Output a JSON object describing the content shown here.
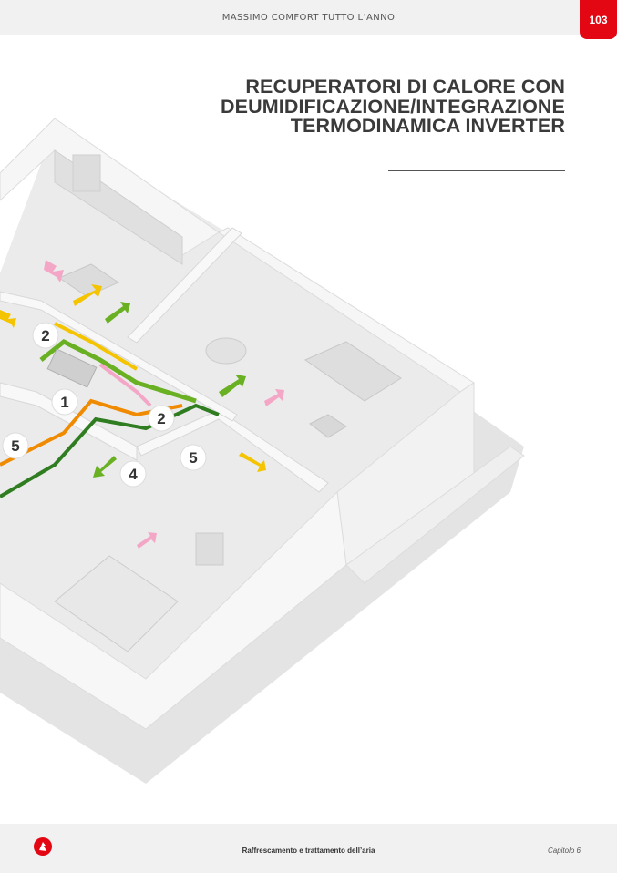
{
  "header": {
    "title": "MASSIMO COMFORT TUTTO L’ANNO",
    "page_number": "103"
  },
  "main": {
    "title_lines": [
      "RECUPERATORI DI CALORE CON",
      "DEUMIDIFICAZIONE/INTEGRAZIONE",
      "TERMODINAMICA INVERTER"
    ]
  },
  "illustration": {
    "callouts": [
      "2",
      "1",
      "2",
      "5",
      "5",
      "4"
    ]
  },
  "footer": {
    "section": "Raffrescamento e trattamento dell’aria",
    "chapter": "Capitolo 6"
  },
  "colors": {
    "accent": "#e30613",
    "duct_green": "#6ab023",
    "duct_orange": "#f08a00",
    "duct_yellow": "#f5c400",
    "duct_pink": "#f4a6c6",
    "wall": "#f4f4f4",
    "floor": "#e6e6e6"
  }
}
